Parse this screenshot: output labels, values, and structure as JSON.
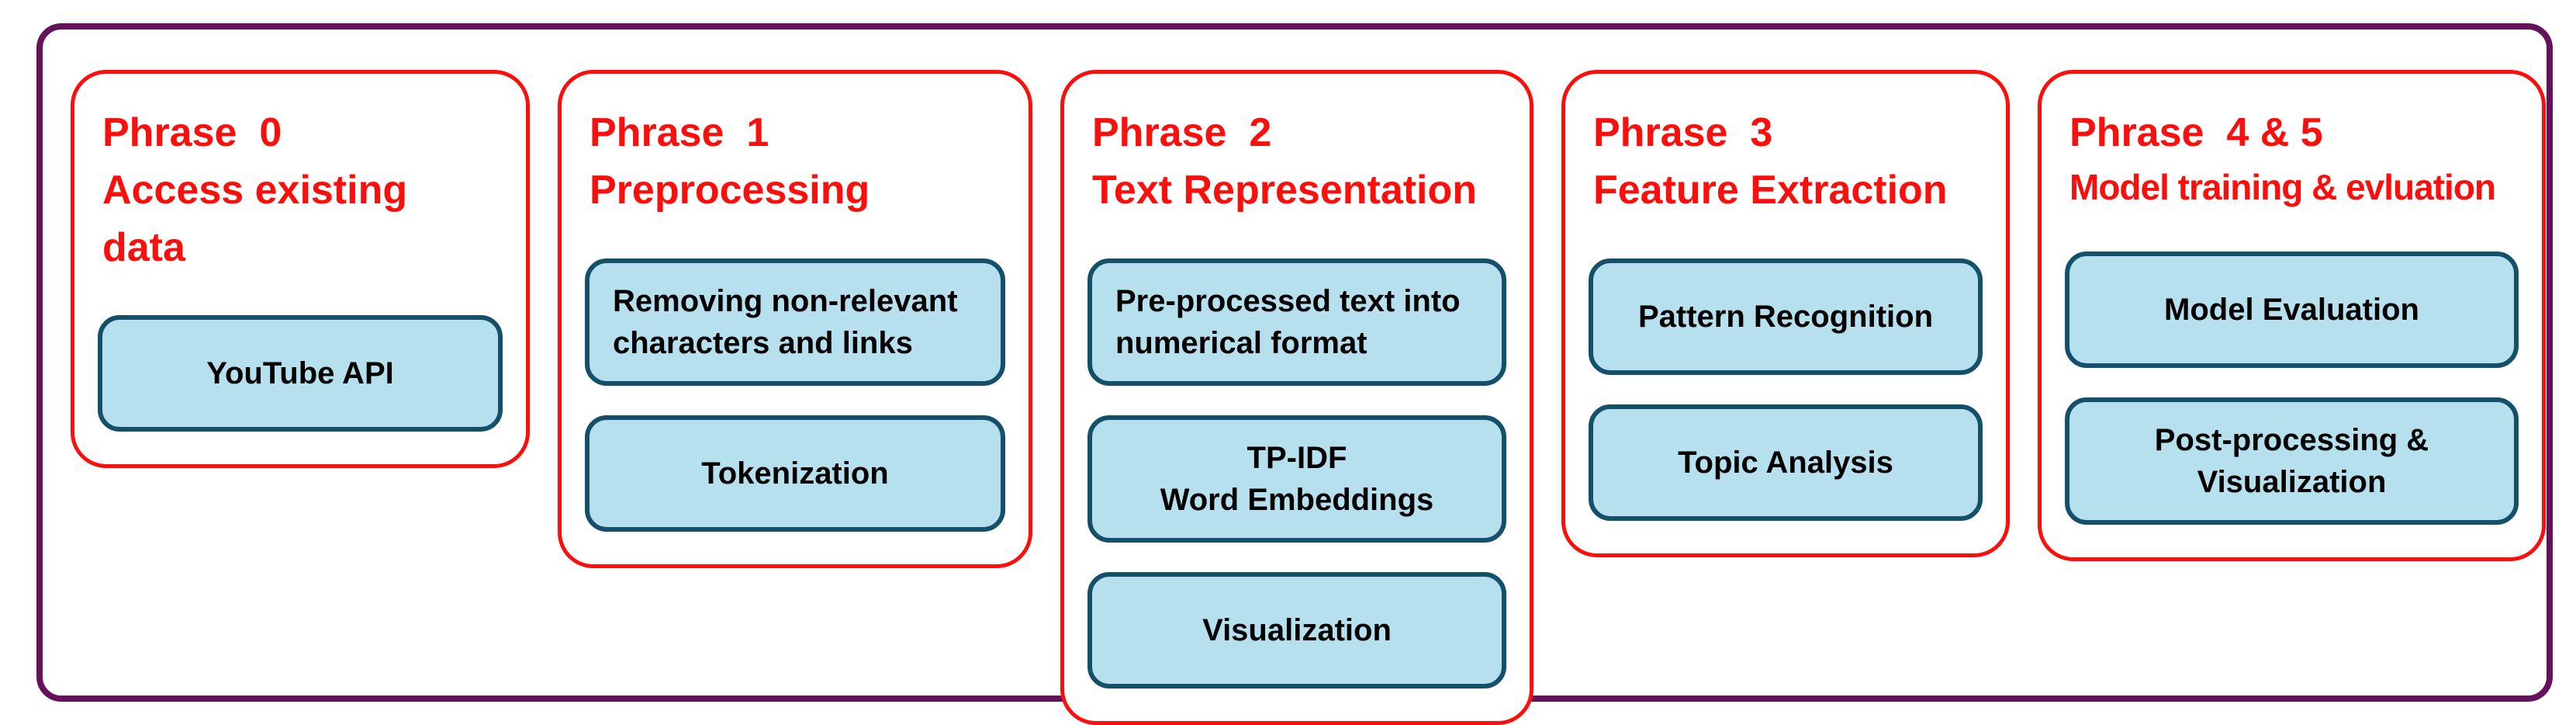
{
  "colors": {
    "outer_border": "#63125B",
    "phase_border": "#FA0F0C",
    "title_red": "#FA0F0C",
    "button_fill": "#B7E0EF",
    "button_border": "#15506B",
    "button_text": "#000000",
    "background": "#FFFFFF"
  },
  "diagram": {
    "description": "Five-phase NLP pipeline flow diagram"
  },
  "phases": [
    {
      "id": "phase-0",
      "title_line1": "Phrase  0",
      "title_line2": "Access existing data",
      "buttons": [
        {
          "label": "YouTube API",
          "align": "center"
        }
      ]
    },
    {
      "id": "phase-1",
      "title_line1": "Phrase  1",
      "title_line2": "Preprocessing",
      "buttons": [
        {
          "label": "Removing non-relevant characters and links",
          "align": "left"
        },
        {
          "label": "Tokenization",
          "align": "center"
        }
      ]
    },
    {
      "id": "phase-2",
      "title_line1": "Phrase  2",
      "title_line2": "Text Representation",
      "buttons": [
        {
          "label": "Pre-processed text into numerical format",
          "align": "left"
        },
        {
          "label": "TP-IDF\nWord Embeddings",
          "align": "center"
        },
        {
          "label": "Visualization",
          "align": "center"
        }
      ]
    },
    {
      "id": "phase-3",
      "title_line1": "Phrase  3",
      "title_line2": "Feature Extraction",
      "buttons": [
        {
          "label": "Pattern Recognition",
          "align": "center"
        },
        {
          "label": "Topic Analysis",
          "align": "center"
        }
      ]
    },
    {
      "id": "phase-45",
      "title_line1": "Phrase  4 & 5",
      "title_line2": "Model training & evluation",
      "buttons": [
        {
          "label": "Model Evaluation",
          "align": "center"
        },
        {
          "label": "Post-processing &\nVisualization",
          "align": "center"
        }
      ]
    }
  ]
}
